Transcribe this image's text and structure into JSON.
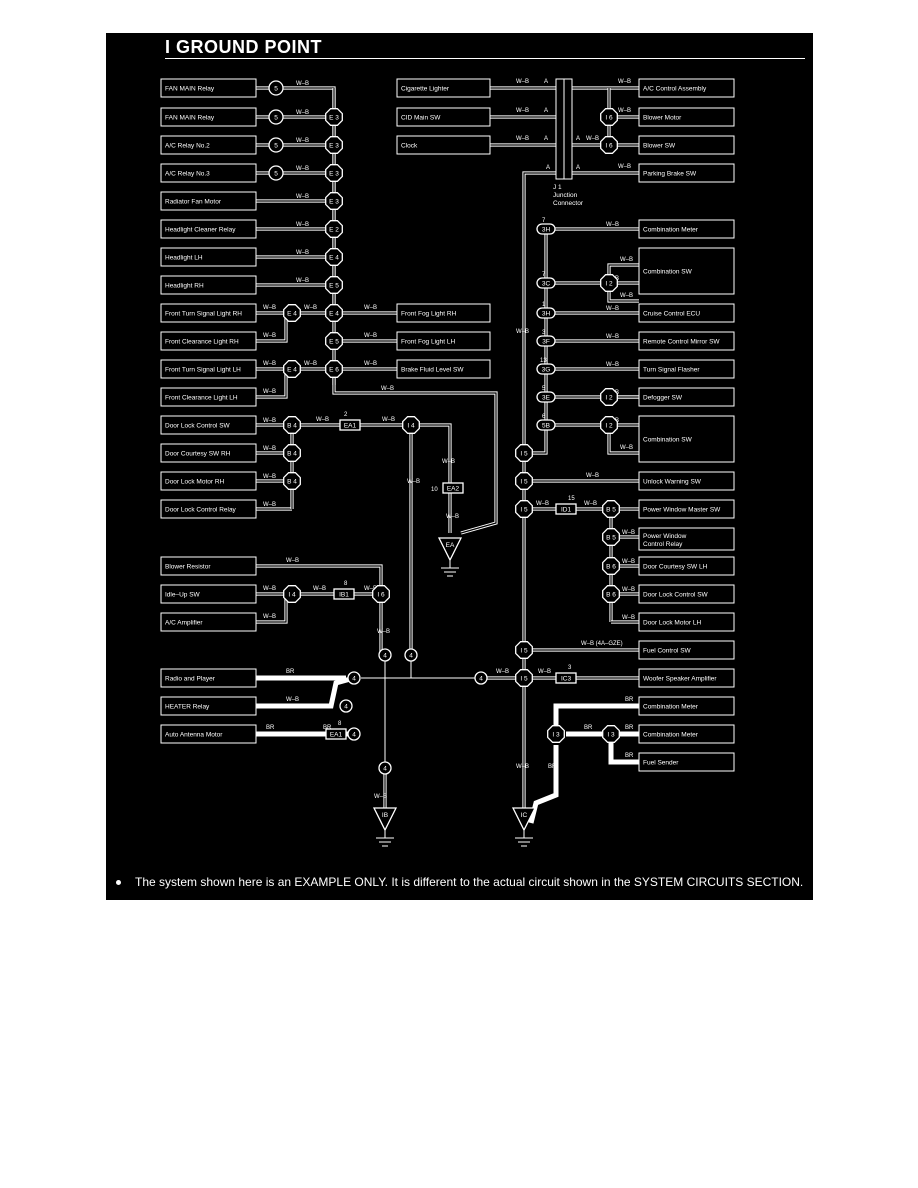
{
  "title": "I  GROUND POINT",
  "note": "The system shown here is an EXAMPLE ONLY. It is different to the actual circuit shown in the SYSTEM CIRCUITS SECTION.",
  "colors": {
    "background": "#000000",
    "line": "#ffffff"
  },
  "wire_label": "W–B",
  "wire_label_br": "BR",
  "wire_label_fuel": "W–B (4A–GZE)",
  "junction": {
    "name": "J 1",
    "line1": "Junction",
    "line2": "Connector",
    "pin": "A"
  },
  "left_boxes": [
    "FAN MAIN Relay",
    "FAN MAIN Relay",
    "A/C Relay No.2",
    "A/C Relay No.3",
    "Radiator Fan Motor",
    "Headlight Cleaner Relay",
    "Headlight LH",
    "Headlight RH",
    "Front Turn Signal Light RH",
    "Front Clearance Light RH",
    "Front Turn Signal Light LH",
    "Front Clearance Light LH",
    "Door Lock Control SW",
    "Door Courtesy SW RH",
    "Door Lock Motor RH",
    "Door Lock Control Relay"
  ],
  "left_boxes2": [
    "Blower Resistor",
    "Idle–Up SW",
    "A/C Amplifier",
    "Radio and Player",
    "HEATER Relay",
    "Auto Antenna Motor"
  ],
  "mid_boxes": [
    "Cigarette Lighter",
    "CID Main SW",
    "Clock",
    "Front Fog Light RH",
    "Front Fog Light LH",
    "Brake Fluid Level SW"
  ],
  "right_boxes": [
    "A/C Control Assembly",
    "Blower Motor",
    "Blower SW",
    "Parking Brake SW",
    "Combination Meter",
    "Combination SW",
    "Cruise Control ECU",
    "Remote Control Mirror SW",
    "Turn Signal Flasher",
    "Defogger SW",
    "Combination SW",
    "Unlock Warning SW",
    "Power Window Master SW",
    "Power Window Control Relay",
    "Door Courtesy SW LH",
    "Door Lock Control SW",
    "Door Lock Motor LH",
    "Fuel Control SW",
    "Woofer Speaker Amplifier",
    "Combination Meter",
    "Combination Meter",
    "Fuel Sender"
  ],
  "connectors": {
    "e3": "E 3",
    "e2": "E 2",
    "e4": "E 4",
    "e5": "E 5",
    "e6": "E 6",
    "b4": "B 4",
    "b5": "B 5",
    "b6": "B 6",
    "i4": "I 4",
    "i5": "I 5",
    "i6": "I 6",
    "i2": "I 2",
    "i3": "I 3",
    "n5": "5",
    "n4": "4",
    "ea1": "EA1",
    "ea2": "EA2",
    "ib1": "IB1",
    "id1": "ID1",
    "ic3": "IC3",
    "3c": "3C",
    "3e": "3E",
    "3f": "3F",
    "3g": "3G",
    "3h": "3H",
    "5b": "5B",
    "p2": "2",
    "p8": "8",
    "p10": "10",
    "p15": "15",
    "p3": "3",
    "p7": "7",
    "p1": "1",
    "p13": "13",
    "p5": "5",
    "p6": "6"
  },
  "grounds": {
    "ea": "EA",
    "ib": "IB",
    "ic": "IC"
  }
}
